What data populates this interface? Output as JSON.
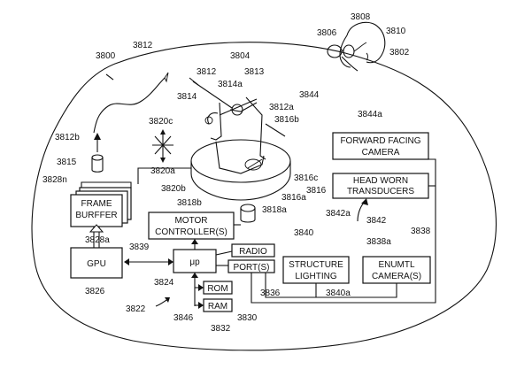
{
  "blocks": {
    "frame_buffer": [
      "FRAME",
      "BURFFER"
    ],
    "gpu": [
      "GPU"
    ],
    "motor_controller": [
      "MOTOR",
      "CONTROLLER(S)"
    ],
    "mu_p": [
      "μp"
    ],
    "radio": [
      "RADIO"
    ],
    "ports": [
      "PORT(S)"
    ],
    "rom": [
      "ROM"
    ],
    "ram": [
      "RAM"
    ],
    "forward_camera": [
      "FORWARD FACING",
      "CAMERA"
    ],
    "head_transducers": [
      "HEAD WORN",
      "TRANSDUCERS"
    ],
    "structure_lighting": [
      "STRUCTURE",
      "LIGHTING"
    ],
    "environmental_camera": [
      "ENUMTL",
      "CAMERA(S)"
    ]
  },
  "refs": {
    "r3800": "3800",
    "r3812_top": "3812",
    "r3804": "3804",
    "r3808": "3808",
    "r3806": "3806",
    "r3810": "3810",
    "r3802": "3802",
    "r3812_gimbal": "3812",
    "r3813": "3813",
    "r3814": "3814",
    "r3814a": "3814a",
    "r3812a": "3812a",
    "r3844": "3844",
    "r3816b": "3816b",
    "r3820c": "3820c",
    "r3812b": "3812b",
    "r3820a": "3820a",
    "r3815": "3815",
    "r3828n": "3828n",
    "r3820b": "3820b",
    "r3818b": "3818b",
    "r3816c": "3816c",
    "r3816": "3816",
    "r3816a": "3816a",
    "r3818a": "3818a",
    "r3844a": "3844a",
    "r3842a": "3842a",
    "r3842": "3842",
    "r3828a": "3828a",
    "r3839": "3839",
    "r3840": "3840",
    "r3838a": "3838a",
    "r3838": "3838",
    "r3824": "3824",
    "r3826": "3826",
    "r3836": "3836",
    "r3840a": "3840a",
    "r3822": "3822",
    "r3846": "3846",
    "r3830": "3830",
    "r3832": "3832"
  }
}
